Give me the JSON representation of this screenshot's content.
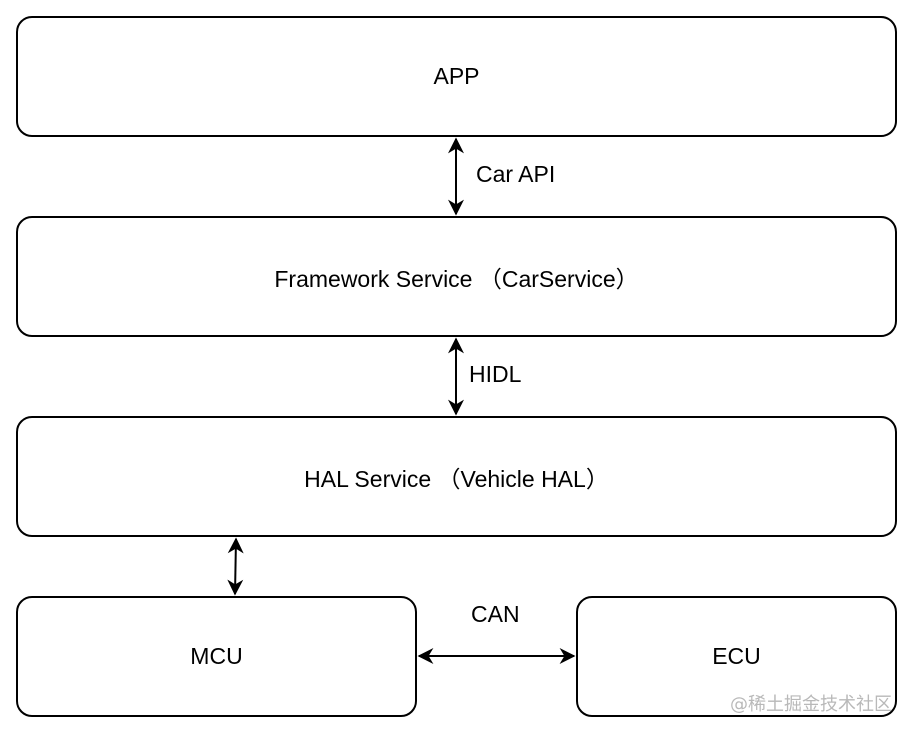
{
  "nodes": {
    "app": "APP",
    "framework": "Framework Service （CarService）",
    "hal": "HAL Service （Vehicle HAL）",
    "mcu": "MCU",
    "ecu": "ECU"
  },
  "edges": {
    "car_api": "Car API",
    "hidl": "HIDL",
    "can": "CAN"
  },
  "watermark": "@稀土掘金技术社区",
  "colors": {
    "stroke": "#000000",
    "fill": "#ffffff",
    "watermark": "#b9b9b9"
  }
}
